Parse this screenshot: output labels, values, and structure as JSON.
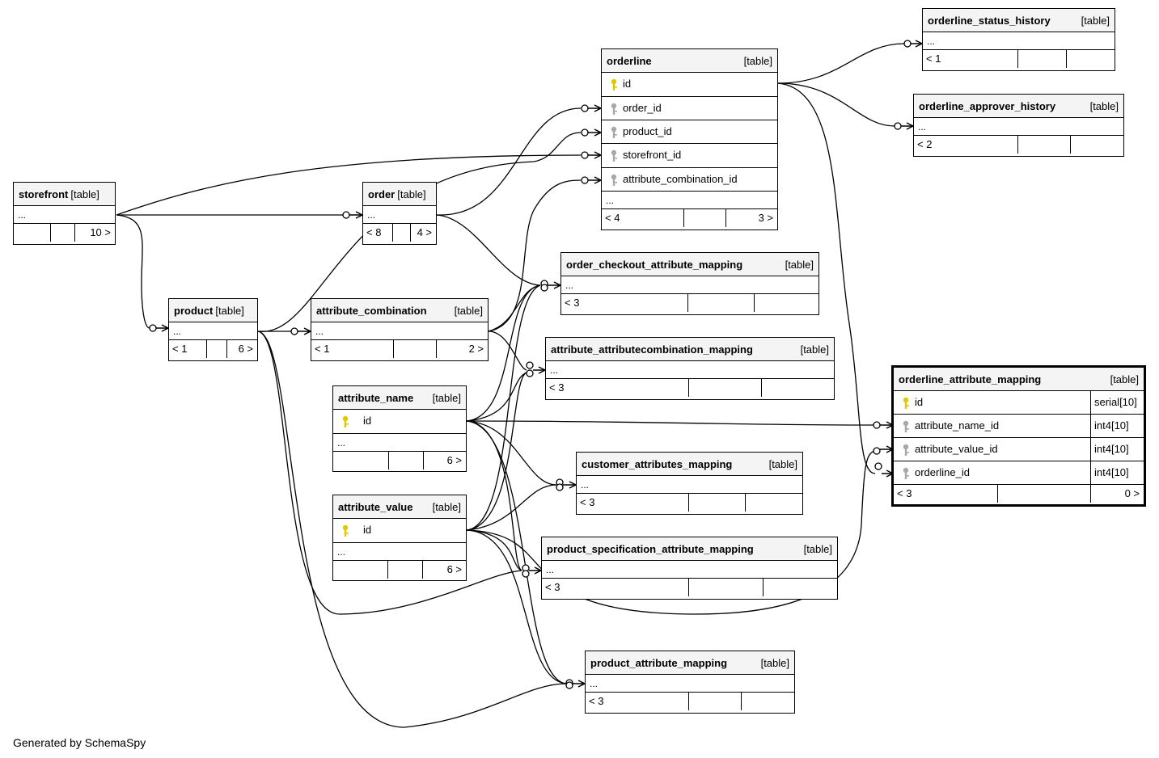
{
  "footer": "Generated by SchemaSpy",
  "tables": {
    "storefront": {
      "name": "storefront",
      "type": "[table]",
      "ellipsis": "...",
      "left": "",
      "right": "10 >"
    },
    "order": {
      "name": "order",
      "type": "[table]",
      "ellipsis": "...",
      "left": "< 8",
      "right": "4 >"
    },
    "product": {
      "name": "product",
      "type": "[table]",
      "ellipsis": "...",
      "left": "< 1",
      "right": "6 >"
    },
    "attribute_combination": {
      "name": "attribute_combination",
      "type": "[table]",
      "ellipsis": "...",
      "left": "< 1",
      "right": "2 >"
    },
    "orderline": {
      "name": "orderline",
      "type": "[table]",
      "columns": [
        "id",
        "order_id",
        "product_id",
        "storefront_id",
        "attribute_combination_id"
      ],
      "ellipsis": "...",
      "left": "< 4",
      "right": "3 >"
    },
    "attribute_name": {
      "name": "attribute_name",
      "type": "[table]",
      "columns": [
        "id"
      ],
      "ellipsis": "...",
      "left": "",
      "right": "6 >"
    },
    "attribute_value": {
      "name": "attribute_value",
      "type": "[table]",
      "columns": [
        "id"
      ],
      "ellipsis": "...",
      "left": "",
      "right": "6 >"
    },
    "orderline_status_history": {
      "name": "orderline_status_history",
      "type": "[table]",
      "ellipsis": "...",
      "left": "< 1",
      "right": ""
    },
    "orderline_approver_history": {
      "name": "orderline_approver_history",
      "type": "[table]",
      "ellipsis": "...",
      "left": "< 2",
      "right": ""
    },
    "order_checkout_attribute_mapping": {
      "name": "order_checkout_attribute_mapping",
      "type": "[table]",
      "ellipsis": "...",
      "left": "< 3",
      "right": ""
    },
    "attribute_attributecombination_mapping": {
      "name": "attribute_attributecombination_mapping",
      "type": "[table]",
      "ellipsis": "...",
      "left": "< 3",
      "right": ""
    },
    "customer_attributes_mapping": {
      "name": "customer_attributes_mapping",
      "type": "[table]",
      "ellipsis": "...",
      "left": "< 3",
      "right": ""
    },
    "product_specification_attribute_mapping": {
      "name": "product_specification_attribute_mapping",
      "type": "[table]",
      "ellipsis": "...",
      "left": "< 3",
      "right": ""
    },
    "product_attribute_mapping": {
      "name": "product_attribute_mapping",
      "type": "[table]",
      "ellipsis": "...",
      "left": "< 3",
      "right": ""
    },
    "orderline_attribute_mapping": {
      "name": "orderline_attribute_mapping",
      "type": "[table]",
      "columns": [
        {
          "name": "id",
          "type": "serial[10]"
        },
        {
          "name": "attribute_name_id",
          "type": "int4[10]"
        },
        {
          "name": "attribute_value_id",
          "type": "int4[10]"
        },
        {
          "name": "orderline_id",
          "type": "int4[10]"
        }
      ],
      "left": "< 3",
      "right": "0 >"
    }
  },
  "colors": {
    "primary_key": "#e0c800",
    "foreign_key": "#a8a8a8",
    "header_bg": "#f4f4f4",
    "line": "#000000"
  },
  "icons": {
    "primary_key": "key-icon",
    "foreign_key": "foreign-key-icon"
  }
}
